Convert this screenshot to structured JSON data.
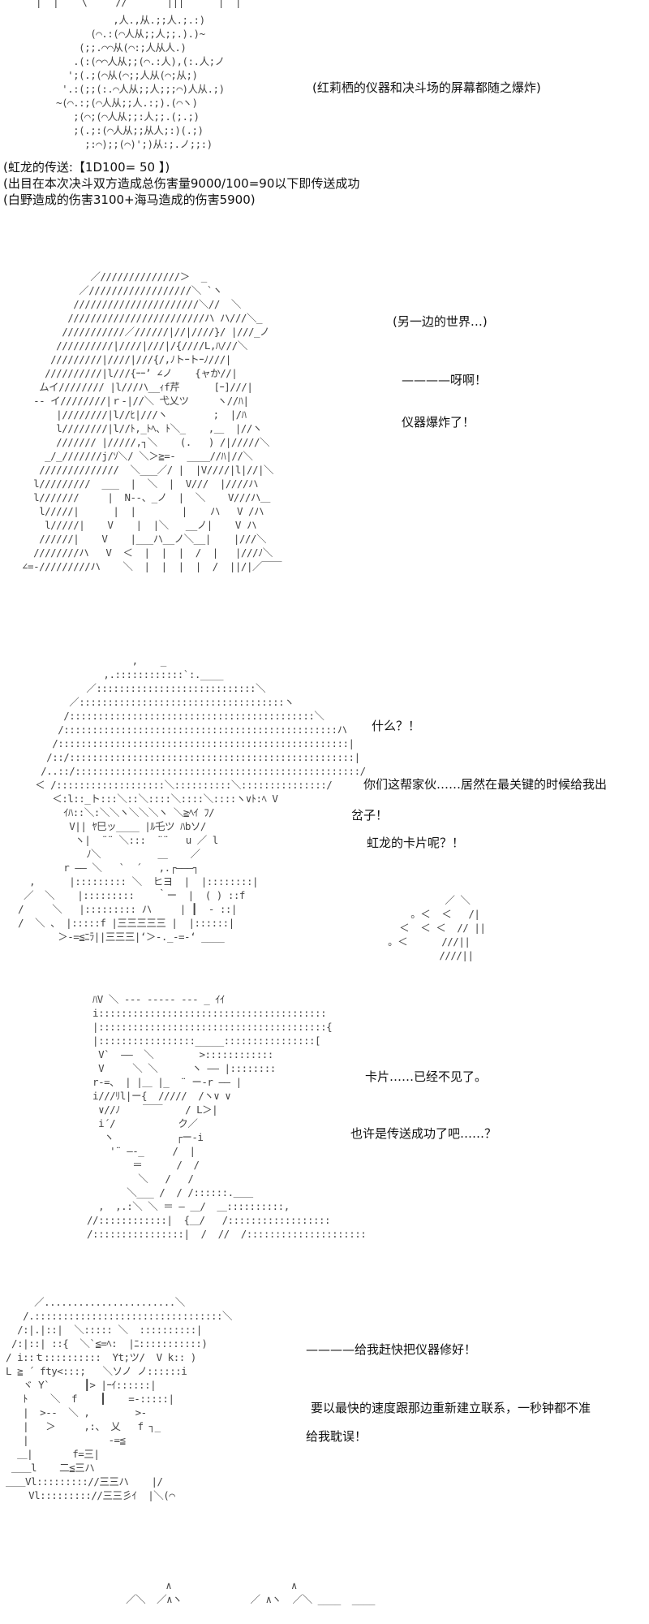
{
  "captions": {
    "explosion_note": "(红莉栖的仪器和决斗场的屏幕都随之爆炸)",
    "roll_line1": "(虹龙的传送:【1D100= 50 】)",
    "roll_line2": "(出目在本次决斗双方造成总伤害量9000/100=90以下即传送成功",
    "roll_line3": "(白野造成的伤害3100+海马造成的伤害5900)",
    "other_world": "(另一边的世界…)",
    "scream": "————呀啊！",
    "device_exploded": "仪器爆炸了！",
    "what": "什么？！",
    "you_guys_1": "你们这帮家伙……居然在最关键的时候给我出",
    "you_guys_2": "岔子！",
    "where_card": "虹龙的卡片呢？！",
    "card_gone": "卡片……已经不见了。",
    "maybe_success": "也许是传送成功了吧……？",
    "fix_device": "————给我赶快把仪器修好！",
    "reconnect_1": "要以最快的速度跟那边重新建立联系，一秒钟都不准",
    "reconnect_2": "给我耽误！"
  },
  "art": {
    "top": [
      "  |  |    \\     //       |||      |  |"
    ],
    "explosion": [
      "            ,人.,从.;;人.;.:)",
      "        (⌒.:(⌒人从;;人;;.).)~",
      "      (;;.⌒⌒从(⌒:;人从人.)",
      "     .(:(⌒⌒人从;;(⌒.:人),(:.人;ノ",
      "    ';(.;(⌒从(⌒;;人从(⌒;从;)",
      "   '.:(;;(:.⌒人从;;人;;;⌒)人从.;)",
      "  ~(⌒.:;(⌒人从;;人.:;).(⌒ヽ)",
      "     ;(⌒;(⌒人从;;:人;;.(;.;)",
      "     ;(.;:(⌒人从;;从人;:)(.;)",
      "       ;:⌒);;(⌒)';)从:;.ノ;;:)"
    ],
    "girl": [
      "             ／//////////////＞  _",
      "           ／//////////////////＼ `ヽ",
      "          //////////////////////＼//  ＼",
      "         ////////////////////////ハ ハ///＼_",
      "        ///////////／//////|//|////}/ |///_ノ",
      "       //////////|////|///|/{////L,ﾊ///＼",
      "      /////////|////|///{/,ﾉトｰトｰﾉ///|",
      "     //////////|l///{ｰｰ’ ∠ノ    {ャか//|",
      "    ムイ//////// |l///ハ__ｨf芹      [ｰ]///|",
      "   -- イ////////|ｒ-|//＼ 弋乂ツ     ヽ//ﾊ|",
      "       |////////|l//ﾋ|///ヽ        ;  |/ﾊ",
      "       l////////|l//ﾄ,_ﾄﾍ、ﾄ＼_    ,＿  |//ヽ",
      "       /////// |/////,┐＼    (.   ) /|/////＼",
      "     _/_///////j/ｿ＼/ ＼＞≧=-  ____//ﾊ|//＼",
      "    //////////////  ＼___／/ |  |V////|l|//|＼",
      "   l/////////  ___  |  ＼  |  V///  |////ハ",
      "   l///////     |  N--、_ノ  |  ＼    V///ハ＿",
      "    l/////|      |  |        |    ハ   V /ハ",
      "     l/////|    V    |  |＼   __ノ|    V ハ",
      "    //////|    V    |___ハ__ノ＼__|    |///＼",
      "   ////////ハ   V  ＜  |  |  |  /  |   |///ﾉ＼",
      " ∠=-/////////ハ    ＼  |  |  |  |  /  ||/|／￣￣"
    ],
    "boy": [
      "                      ,    _",
      "                 ,.::::::::::::`:.____",
      "              ／::::::::::::::::::::::::::::＼",
      "           ／::::::::::::::::::::::::::::::::::::ヽ",
      "          /:::::::::::::::::::::::::::::::::::::::::::＼",
      "         /::::::::::::::::::::::::::::::::::::::::::::::::ハ",
      "        /:::::::::::::::::::::::::::::::::::::::::::::::::::|",
      "       /::/::::::::::::::::::::::::::::::::::::::::::::::::::|",
      "      /..::/::::::::::::::::::::::::::::::::::::::::::::::::::/",
      "     ＜ /:::::::::::::::::::＼::::::::::＼:::::::::::::::/",
      "        ＜:l::_ト:::＼::＼::::＼::::＼::::ヽ∨ﾄ:ﾍ V",
      "          ｲﾊ::＼:＼＼ヽ＼＼＼ヽ ＼≧ﾍｲ ﾌ/",
      "           V|| ﾔ巳ッ____ |ﾙ乇ツ ﾊbソ/",
      "            ヽ|  ¨¨ ＼:::  ¨¨   u ／ l",
      "              ﾉ＼          ＿    ／",
      "          r ―― ＼   `  ´   ,.┌―――┐",
      "    ,      |::::::::: ＼  ヒヨ  |  |::::::::|",
      "   ／  ＼    |:::::::::    ｀ー  |  ( ) ::f",
      "  /     ＼   |::::::::: ハ     | ┃  - ::|",
      "  /  ＼ 、 |:::::f |三三三三三 |  |::::::|",
      "         ＞-=≦ﾆﾗ||三三三|‘＞-._-=-‘ ____"
    ],
    "sparks": [
      "              ／ ＼",
      "        。＜  ＜   /|",
      "      ＜  ＜ ＜  // ||",
      "    。＜      ///||",
      "             ////||"
    ],
    "man": [
      "  ﾊV ＼ --- ----- --- _ ｲｲ",
      "  i::::::::::::::::::::::::::::::::::::::::",
      "  |::::::::::::::::::::::::::::::::::::::::{",
      "  |:::::::::::::::::_____::::::::::::::::[",
      "   V`  ――  ＼        >::::::::::::",
      "   V     ＼ ＼      ヽ ―― |::::::::",
      "  r-=、 | |＿ |_  ¨ ー-r ―― |",
      "  i///ﾘl|ー{  /////  /ヽ∨ ∨",
      "   ∨//ﾉ    ￣￣    / L＞|",
      "   i´/           ク／",
      "    ヽ           ┌ー-i",
      "     '¨ ―-_     /  |",
      "         ＝      /  /",
      "          ＼   /   /",
      "        ＼___ /  / /::::::.＿＿",
      "   ,  ,.:＼ ＼ ＝ ― ＿/  ＿::::::::::,",
      " //::::::::::::|  {＿/   /::::::::::::::::::",
      " /::::::::::::::::|  /  //  /:::::::::::::::::::::"
    ],
    "boss": [
      "      ／.......................＼",
      "    /.:::::::::::::::::::::::::::::::::＼",
      "   /:|.|::|  ＼::::: ＼  ::::::::::|",
      "  /:|::| ::{  ＼`≦=ﾍ:  |ﾆ:::::::::::)",
      " / i::ｔ::::::::::  Yt;ツ/  V k:: )",
      " L ≧ ´ fty<:::;   ＼ソノ ノ::::::i",
      "    ヾ Y`      ┃> |ｰｲ::::::|",
      "    ﾄ    ＼  f    ┃    =-:::::|",
      "    |  >--  ＼ ,        >- ",
      "    |   ＞     ,:、 乂   f ┐_",
      "    |              -=≦",
      "   ＿|       f=三|",
      "  ＿＿l    二≦三ハ",
      " ＿＿Vl::::::::://三三ハ    |/",
      "     Vl::::::::://三三彡ｲ  |＼(⌒"
    ],
    "bottom": [
      "            ∧                     ∧",
      "     ／＼  ／∧ヽ            ／ ∧ヽ  ／＼ ____  ____"
    ]
  }
}
